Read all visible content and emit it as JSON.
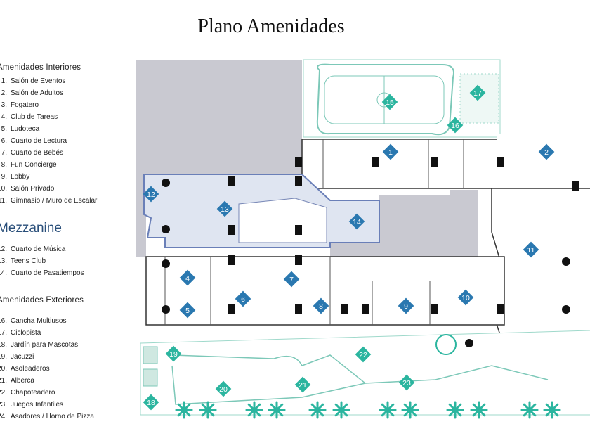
{
  "title": "Plano Amenidades",
  "legend": {
    "interiores": {
      "heading": "Amenidades Interiores",
      "items": [
        {
          "n": "1.",
          "label": "Salón de Eventos"
        },
        {
          "n": "2.",
          "label": "Salón de Adultos"
        },
        {
          "n": "3.",
          "label": "Fogatero"
        },
        {
          "n": "4.",
          "label": "Club de Tareas"
        },
        {
          "n": "5.",
          "label": "Ludoteca"
        },
        {
          "n": "6.",
          "label": "Cuarto de Lectura"
        },
        {
          "n": "7.",
          "label": "Cuarto de Bebés"
        },
        {
          "n": "8.",
          "label": "Fun Concierge"
        },
        {
          "n": "9.",
          "label": "Lobby"
        },
        {
          "n": "10.",
          "label": "Salón Privado"
        },
        {
          "n": "11.",
          "label": "Gimnasio / Muro de Escalar"
        }
      ]
    },
    "mezzanine": {
      "heading": "Mezzanine",
      "items": [
        {
          "n": "12.",
          "label": "Cuarto de Música"
        },
        {
          "n": "13.",
          "label": "Teens Club"
        },
        {
          "n": "14.",
          "label": "Cuarto de Pasatiempos"
        }
      ]
    },
    "exteriores": {
      "heading": "Amenidades Exteriores",
      "items": [
        {
          "n": "16.",
          "label": "Cancha Multiusos"
        },
        {
          "n": "17.",
          "label": "Ciclopista"
        },
        {
          "n": "18.",
          "label": "Jardín para Mascotas"
        },
        {
          "n": "19.",
          "label": "Jacuzzi"
        },
        {
          "n": "20.",
          "label": "Asoleaderos"
        },
        {
          "n": "21.",
          "label": "Alberca"
        },
        {
          "n": "22.",
          "label": "Chapoteadero"
        },
        {
          "n": "23.",
          "label": "Juegos Infantiles"
        },
        {
          "n": "24.",
          "label": "Asadores / Horno de Pizza"
        }
      ]
    }
  },
  "markers": {
    "interior": [
      "1",
      "2",
      "4",
      "5",
      "6",
      "7",
      "8",
      "9",
      "10",
      "11",
      "12",
      "13",
      "14"
    ],
    "exterior": [
      "15",
      "16",
      "17",
      "18",
      "19",
      "20",
      "21",
      "22",
      "23"
    ]
  },
  "colors": {
    "interior_marker": "#2a78b0",
    "exterior_marker": "#2bb59f",
    "building_gray": "#c9c9d1",
    "mezzanine_fill": "#dfe5f1",
    "line_teal": "#7cc8b8"
  }
}
